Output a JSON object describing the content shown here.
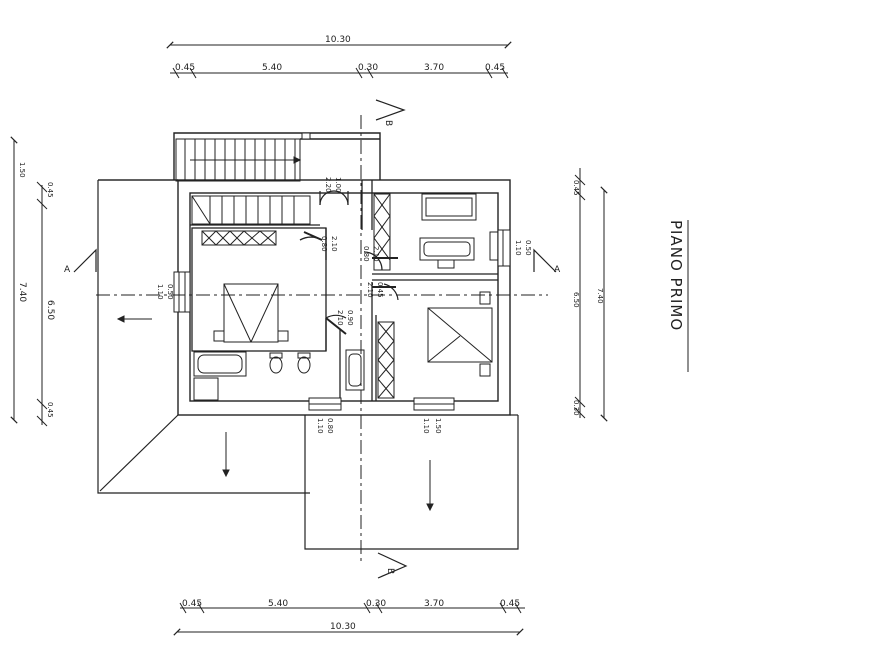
{
  "drawing": {
    "title": "PIANO PRIMO"
  },
  "dimensions": {
    "top_total": "10.30",
    "top_parts": [
      "0.45",
      "5.40",
      "0.30",
      "3.70",
      "0.45"
    ],
    "bottom_total": "10.30",
    "bottom_parts": [
      "0.45",
      "5.40",
      "0.30",
      "3.70",
      "0.45"
    ],
    "left_total": "7.40",
    "left_inner": "6.50",
    "left_top": "0.45",
    "left_bottom": "0.45",
    "left_upper": "1.50",
    "right_total": "7.40",
    "right_inner": "6.50",
    "right_top": "0.45",
    "right_bottom": "0.30"
  },
  "openings": {
    "top_stair_door": [
      "2.20",
      "1.00"
    ],
    "bath_window": [
      "1.10",
      "0.50"
    ],
    "bedroom_door_left": [
      "2.10",
      "0.80"
    ],
    "hall_door_upper": [
      "2.10",
      "0.80"
    ],
    "hall_door_lower": [
      "2.10",
      "0.45"
    ],
    "left_window": [
      "1.10",
      "0.50"
    ],
    "bottom_left_window": [
      "0.80",
      "1.10"
    ],
    "bottom_right_window": [
      "1.50",
      "1.10"
    ],
    "wc_door": [
      "2.10",
      "0.90"
    ]
  },
  "sections": {
    "a_left": "A",
    "a_right": "A",
    "b_top": "B",
    "b_bottom": "B"
  }
}
